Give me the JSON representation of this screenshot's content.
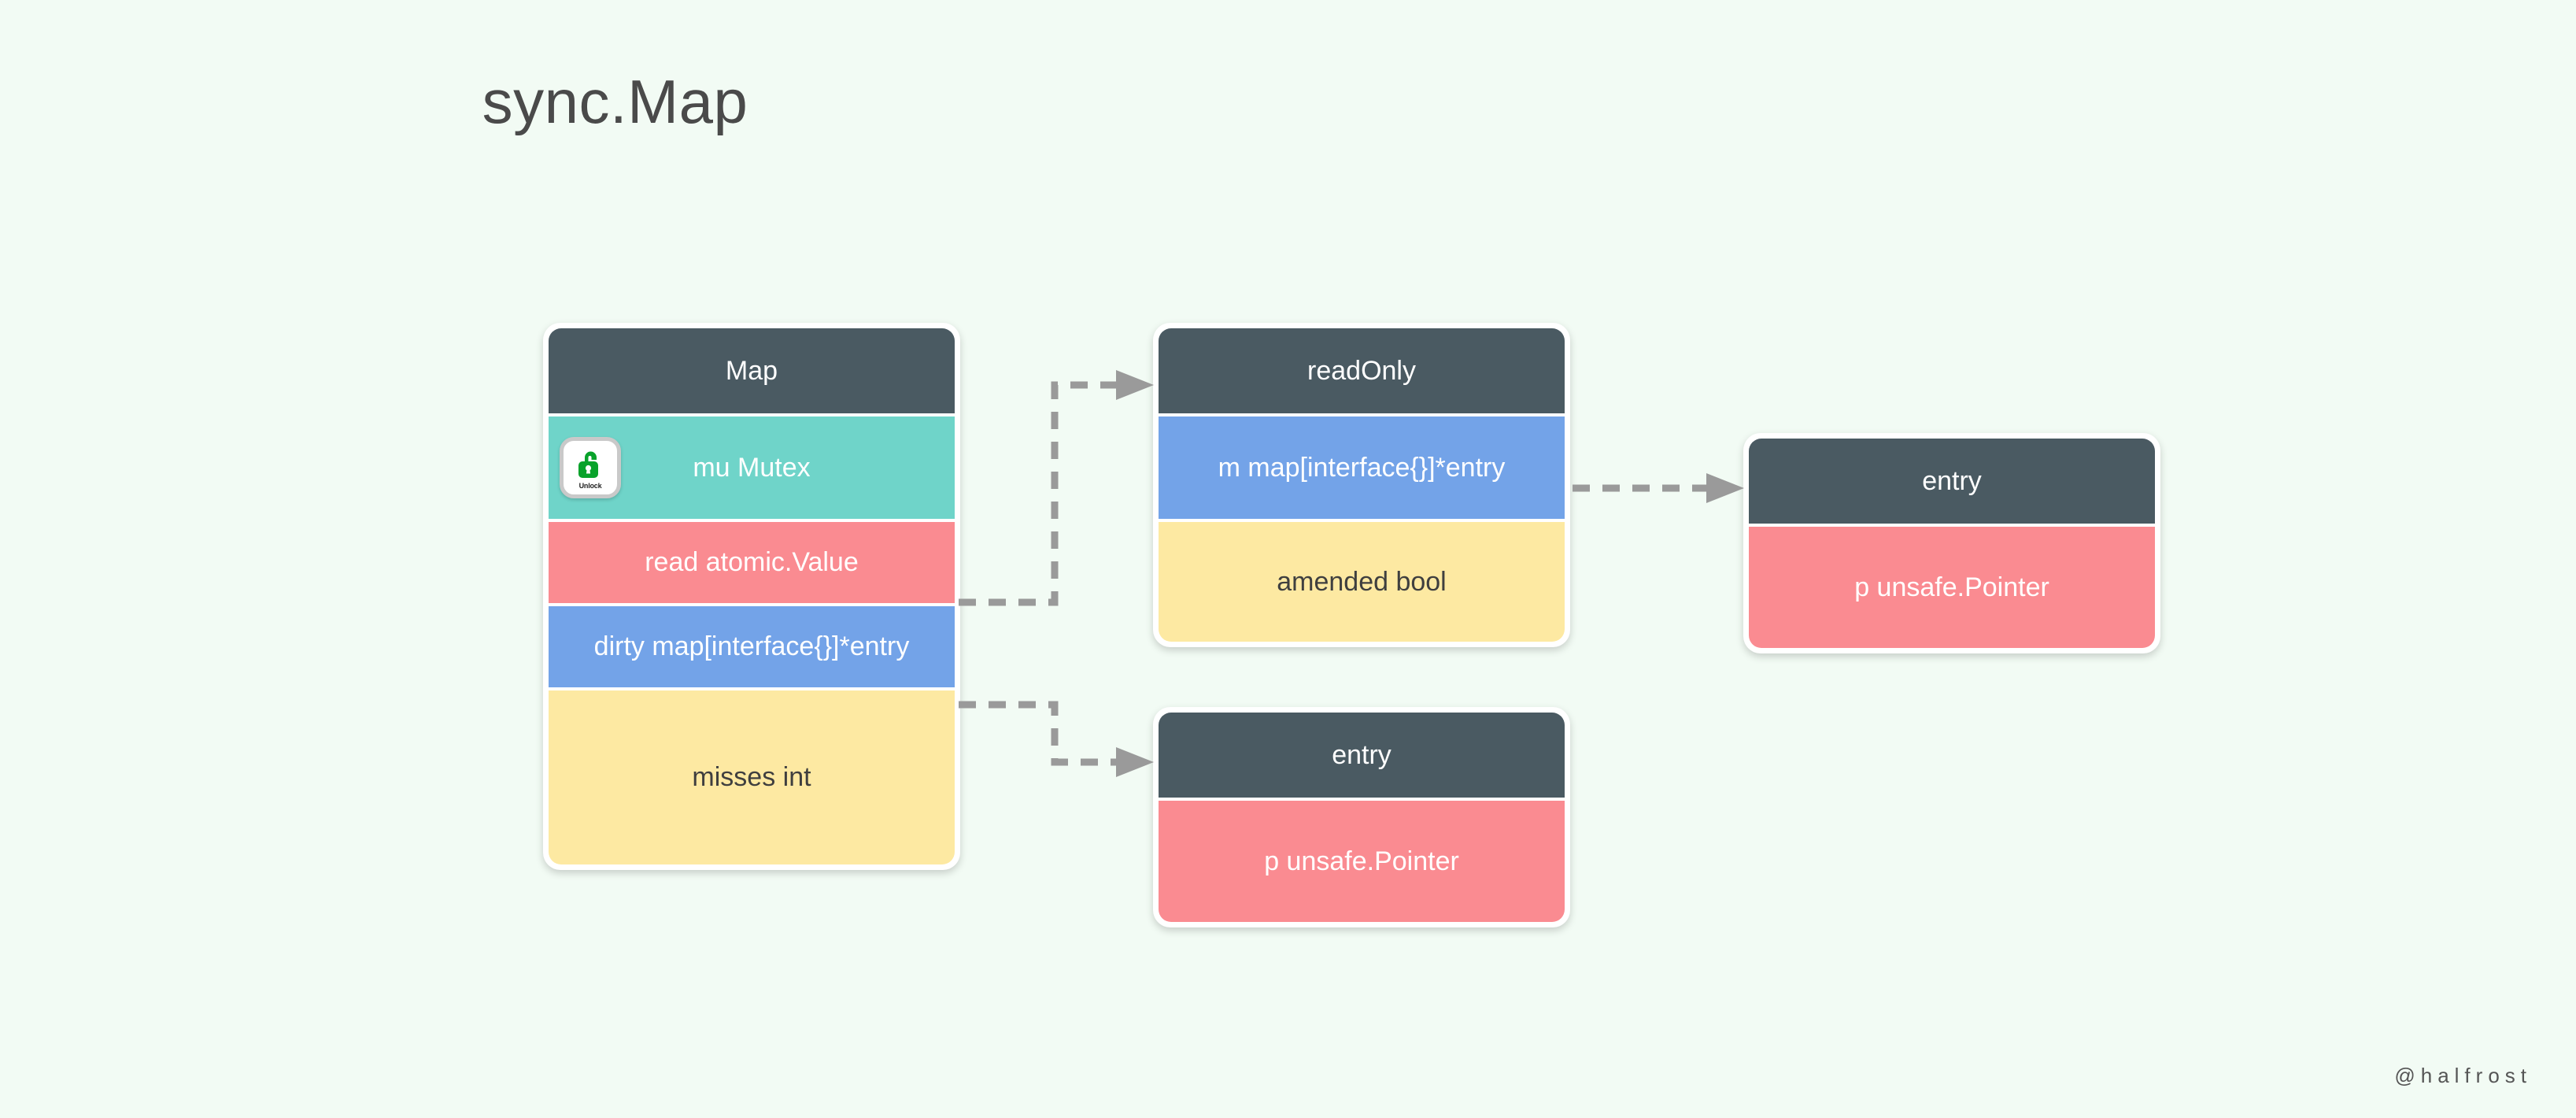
{
  "page": {
    "title": "sync.Map",
    "background_color": "#f2fbf4",
    "watermark": "@halfrost"
  },
  "palette": {
    "header": "#4a5a62",
    "teal": "#6fd4c9",
    "pink": "#fa8b91",
    "blue": "#73a3e8",
    "yellow": "#fde9a2",
    "connector": "#9a9a9a",
    "lock_green": "#09a22b",
    "title_text": "#4a4a4a"
  },
  "boxes": {
    "map": {
      "name": "Map",
      "header": "Map",
      "rows": [
        {
          "label": "mu Mutex",
          "color": "teal",
          "icon": "unlock-icon",
          "icon_caption": "Unlock"
        },
        {
          "label": "read atomic.Value",
          "color": "pink"
        },
        {
          "label": "dirty map[interface{}]*entry",
          "color": "blue"
        },
        {
          "label": "misses int",
          "color": "yellow"
        }
      ]
    },
    "read_only": {
      "name": "readOnly",
      "header": "readOnly",
      "rows": [
        {
          "label": "m map[interface{}]*entry",
          "color": "blue"
        },
        {
          "label": "amended bool",
          "color": "yellow"
        }
      ]
    },
    "entry_top": {
      "name": "entry",
      "header": "entry",
      "rows": [
        {
          "label": "p unsafe.Pointer",
          "color": "pink"
        }
      ]
    },
    "entry_bottom": {
      "name": "entry",
      "header": "entry",
      "rows": [
        {
          "label": "p unsafe.Pointer",
          "color": "pink"
        }
      ]
    }
  },
  "connections": [
    {
      "from": "map.read atomic.Value",
      "to": "readOnly",
      "style": "dashed-elbow-up"
    },
    {
      "from": "map.dirty map[interface{}]*entry",
      "to": "entry_bottom",
      "style": "dashed-elbow-down"
    },
    {
      "from": "readOnly.m map[interface{}]*entry",
      "to": "entry_top",
      "style": "dashed-straight"
    }
  ]
}
